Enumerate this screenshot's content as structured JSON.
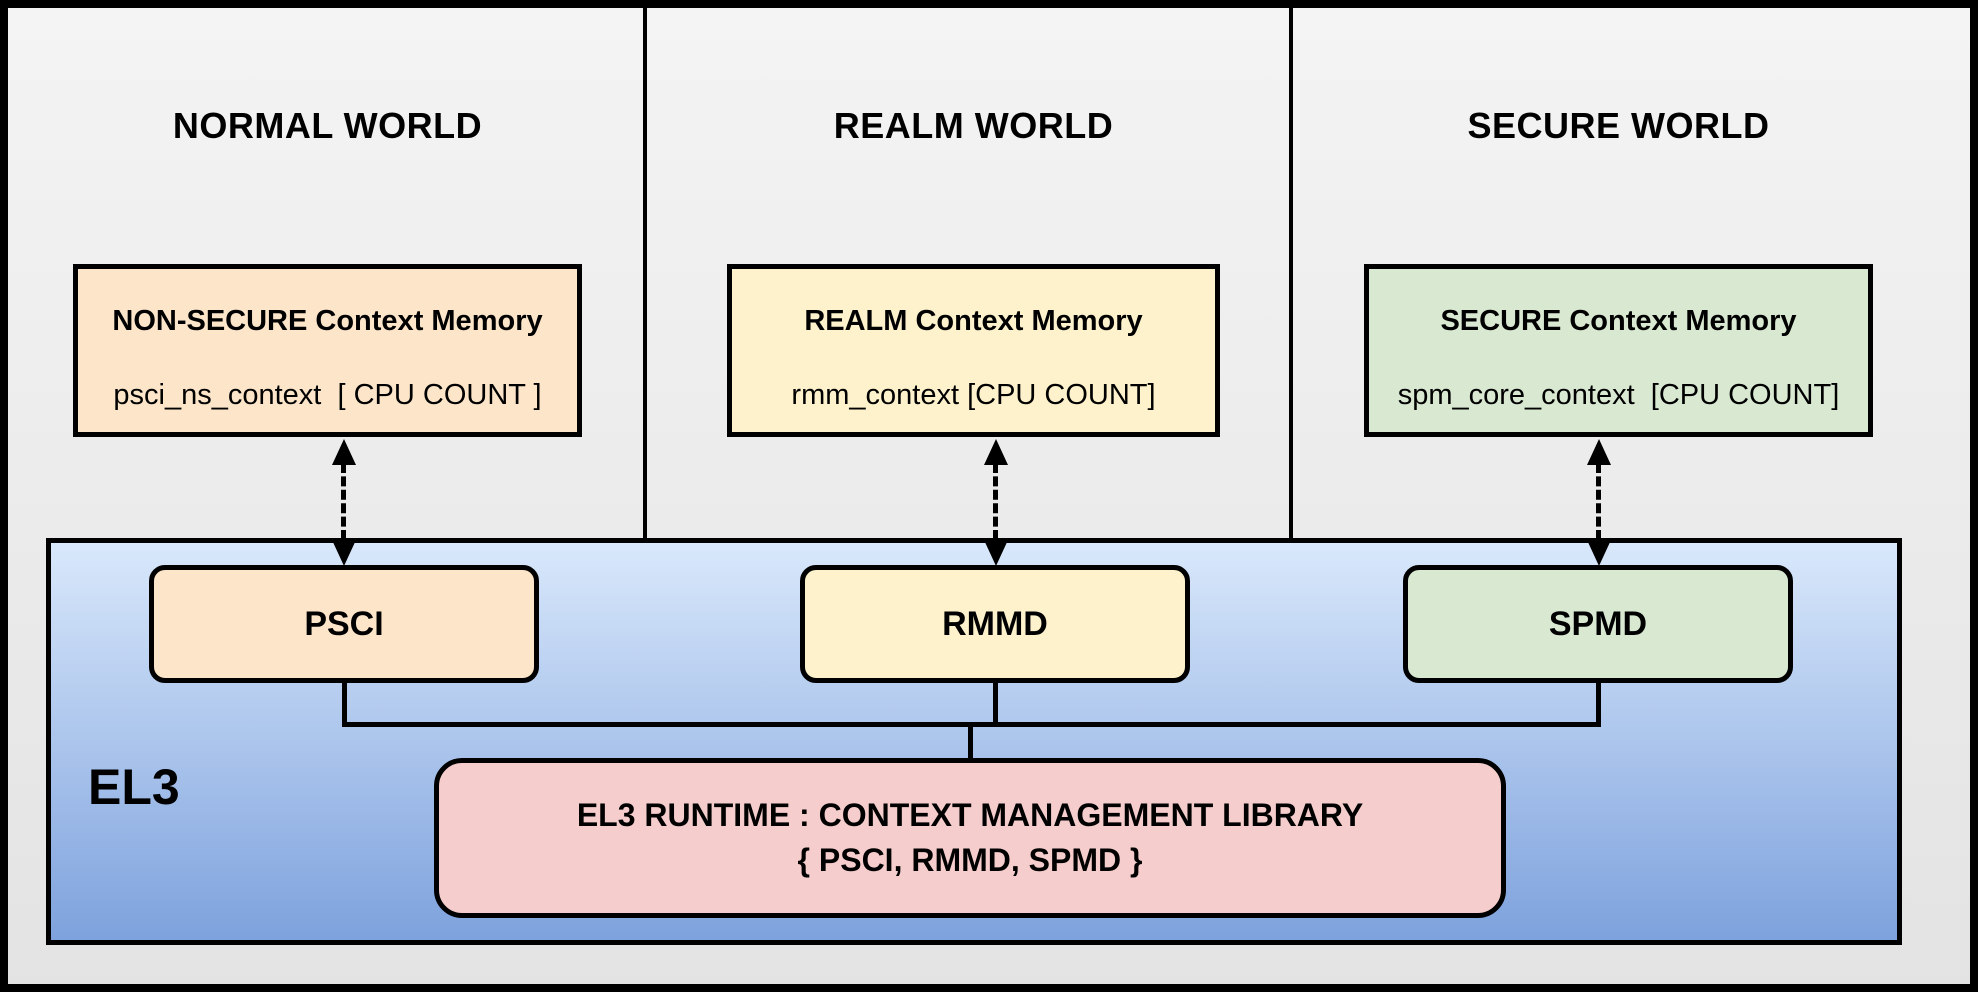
{
  "diagram": {
    "worlds": [
      {
        "title": "NORMAL WORLD",
        "memory": {
          "title": "NON-SECURE Context Memory",
          "code": "psci_ns_context  [ CPU COUNT ]"
        },
        "module": {
          "label": "PSCI"
        }
      },
      {
        "title": "REALM WORLD",
        "memory": {
          "title": "REALM Context Memory",
          "code": "rmm_context [CPU COUNT]"
        },
        "module": {
          "label": "RMMD"
        }
      },
      {
        "title": "SECURE WORLD",
        "memory": {
          "title": "SECURE Context Memory",
          "code": "spm_core_context  [CPU COUNT]"
        },
        "module": {
          "label": "SPMD"
        }
      }
    ],
    "el3": {
      "label": "EL3",
      "runtime": {
        "line1": "EL3 RUNTIME : CONTEXT MANAGEMENT LIBRARY",
        "line2": "{ PSCI, RMMD, SPMD }"
      }
    },
    "colors": {
      "stroke": "#000000",
      "canvas_top": "#f4f4f4",
      "canvas_bottom": "#e3e3e3",
      "normal_fill": "#fce5c9",
      "realm_fill": "#fdf2cb",
      "secure_fill": "#d8e8d1",
      "runtime_fill": "#f5cdcc",
      "el3_gradient_top": "#d9e8fb",
      "el3_gradient_bottom": "#7ea2dd"
    }
  }
}
